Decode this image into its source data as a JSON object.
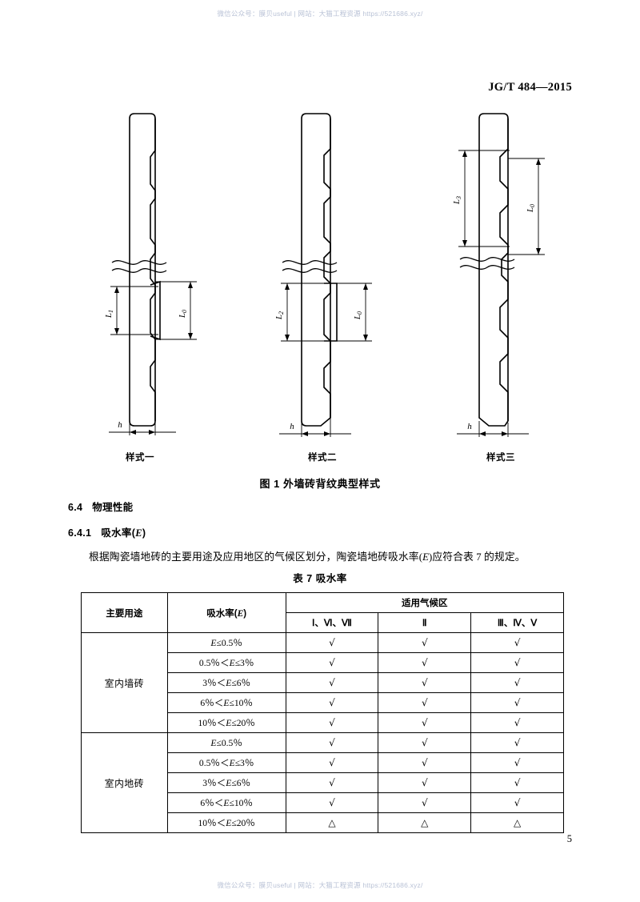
{
  "watermark": {
    "text": "微信公众号：膜贝useful  |  网站：大猫工程资源  https://521686.xyz/"
  },
  "header": {
    "standard_code": "JG/T 484—2015"
  },
  "figure": {
    "captions": [
      "样式一",
      "样式二",
      "样式三"
    ],
    "title": "图 1   外墙砖背纹典型样式",
    "dimension_labels": {
      "style1": [
        "L1",
        "L0",
        "h"
      ],
      "style2": [
        "L2",
        "L0",
        "h"
      ],
      "style3": [
        "L3",
        "L0",
        "h"
      ]
    }
  },
  "clauses": {
    "c64_num": "6.4",
    "c64_title": "物理性能",
    "c641_num": "6.4.1",
    "c641_title_pre": "吸水率(",
    "c641_title_ital": "E",
    "c641_title_post": ")",
    "paragraph_pre": "根据陶瓷墙地砖的主要用途及应用地区的气候区划分，陶瓷墙地砖吸水率(",
    "paragraph_ital": "E",
    "paragraph_post": ")应符合表 7 的规定。"
  },
  "table": {
    "title": "表 7   吸水率",
    "headers": {
      "use": "主要用途",
      "absorption_pre": "吸水率(",
      "absorption_ital": "E",
      "absorption_post": ")",
      "climate_group": "适用气候区",
      "zones": [
        "Ⅰ、Ⅵ、Ⅶ",
        "Ⅱ",
        "Ⅲ、Ⅳ、Ⅴ"
      ]
    },
    "groups": [
      {
        "use": "室内墙砖",
        "rows": [
          {
            "range_html": "<i>E</i>≤0.5％",
            "marks": [
              "√",
              "√",
              "√"
            ]
          },
          {
            "range_html": "0.5％＜<i>E</i>≤3％",
            "marks": [
              "√",
              "√",
              "√"
            ]
          },
          {
            "range_html": "3％＜<i>E</i>≤6％",
            "marks": [
              "√",
              "√",
              "√"
            ]
          },
          {
            "range_html": "6％＜<i>E</i>≤10％",
            "marks": [
              "√",
              "√",
              "√"
            ]
          },
          {
            "range_html": "10％＜<i>E</i>≤20％",
            "marks": [
              "√",
              "√",
              "√"
            ]
          }
        ]
      },
      {
        "use": "室内地砖",
        "rows": [
          {
            "range_html": "<i>E</i>≤0.5％",
            "marks": [
              "√",
              "√",
              "√"
            ]
          },
          {
            "range_html": "0.5％＜<i>E</i>≤3％",
            "marks": [
              "√",
              "√",
              "√"
            ]
          },
          {
            "range_html": "3％＜<i>E</i>≤6％",
            "marks": [
              "√",
              "√",
              "√"
            ]
          },
          {
            "range_html": "6％＜<i>E</i>≤10％",
            "marks": [
              "√",
              "√",
              "√"
            ]
          },
          {
            "range_html": "10％＜<i>E</i>≤20％",
            "marks": [
              "△",
              "△",
              "△"
            ]
          }
        ]
      }
    ]
  },
  "footer": {
    "page_number": "5"
  }
}
